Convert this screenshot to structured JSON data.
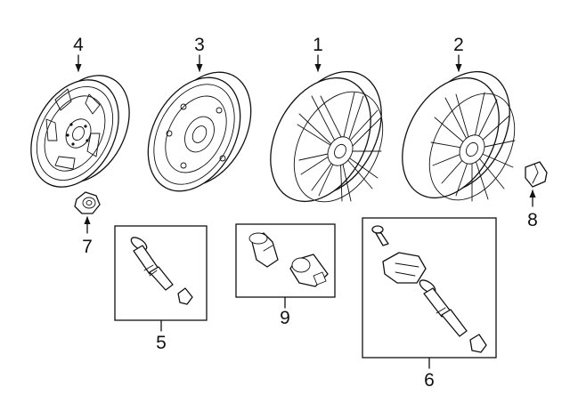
{
  "callouts": {
    "c1": "1",
    "c2": "2",
    "c3": "3",
    "c4": "4",
    "c5": "5",
    "c6": "6",
    "c7": "7",
    "c8": "8",
    "c9": "9"
  },
  "colors": {
    "line": "#111111",
    "background": "#ffffff"
  },
  "icons": [
    "steel-wheel-icon",
    "spare-wheel-icon",
    "alloy-wheel-icon",
    "alloy-wheel-multispoke-icon",
    "lug-nut-icon",
    "valve-stem-icon",
    "tpms-sensor-icon",
    "wheel-lock-icon",
    "center-cap-icon"
  ]
}
